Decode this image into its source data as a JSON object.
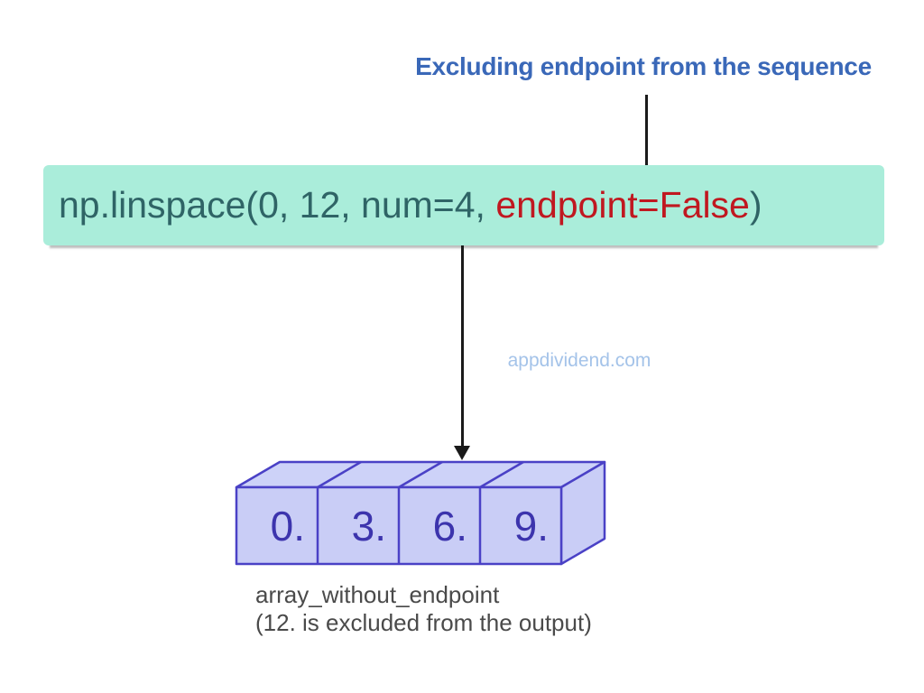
{
  "title": {
    "text": "Excluding endpoint from the sequence"
  },
  "code": {
    "prefix": "np.linspace(0, 12, num=4, ",
    "highlight": "endpoint=False",
    "suffix": ")"
  },
  "watermark": {
    "text": "appdividend.com"
  },
  "array": {
    "cells": [
      "0.",
      "3.",
      "6.",
      "9."
    ]
  },
  "caption": {
    "line1": "array_without_endpoint",
    "line2": "(12. is excluded from the output)"
  },
  "colors": {
    "title_blue": "#3a68b8",
    "code_background": "#aaedda",
    "code_text_teal": "#2f6466",
    "code_highlight_red": "#c01820",
    "watermark_blue": "#a4c3e9",
    "array_fill": "#c9cdf6",
    "array_top_fill": "#cdd2f8",
    "array_border": "#4a41c6",
    "array_number": "#3c34ad",
    "caption_gray": "#4a4a4a",
    "arrow_black": "#1a1a1a"
  }
}
